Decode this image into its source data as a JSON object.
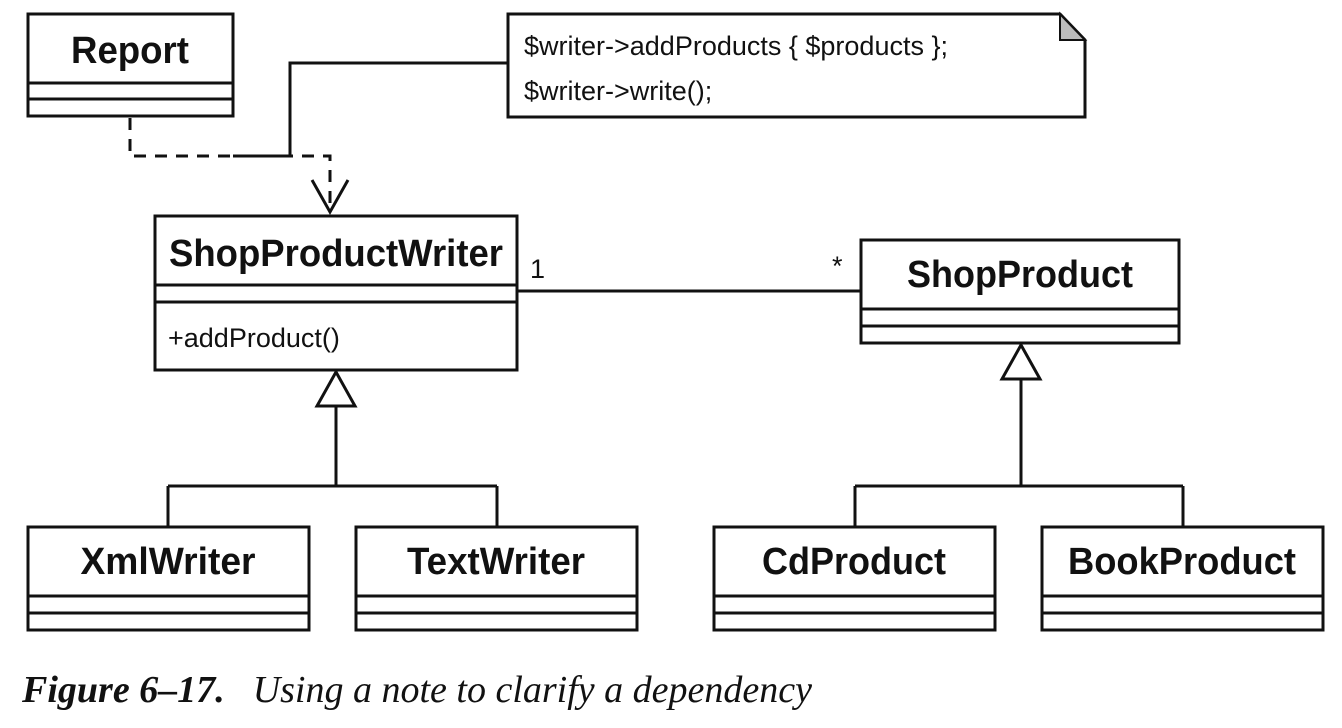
{
  "classes": {
    "report": {
      "name": "Report"
    },
    "shop_product_writer": {
      "name": "ShopProductWriter",
      "operation": "+addProduct()"
    },
    "shop_product": {
      "name": "ShopProduct"
    },
    "xml_writer": {
      "name": "XmlWriter"
    },
    "text_writer": {
      "name": "TextWriter"
    },
    "cd_product": {
      "name": "CdProduct"
    },
    "book_product": {
      "name": "BookProduct"
    }
  },
  "note": {
    "line1": "$writer->addProducts { $products };",
    "line2": "$writer->write();"
  },
  "association": {
    "writer_end": "1",
    "product_end": "*"
  },
  "caption": {
    "label": "Figure 6–17.",
    "text": "Using a note to clarify a dependency"
  }
}
